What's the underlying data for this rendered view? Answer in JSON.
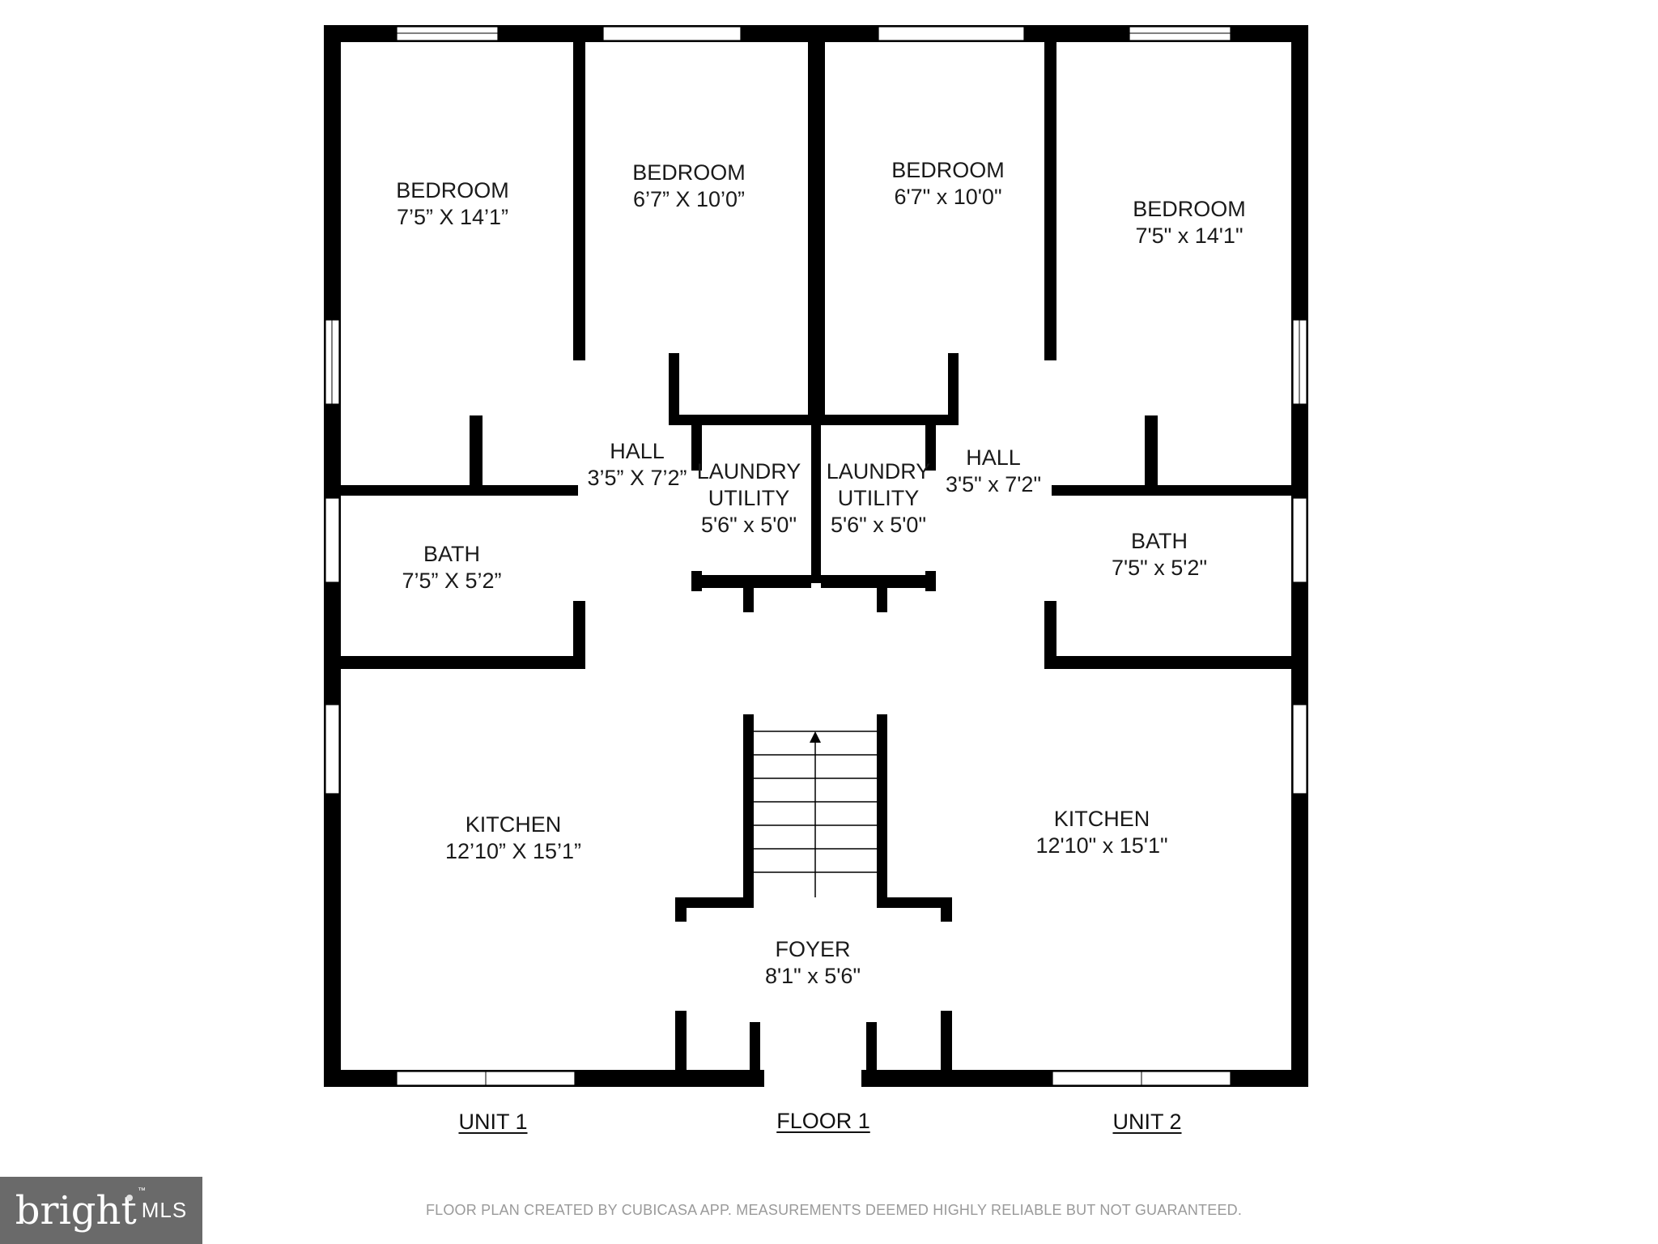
{
  "rooms": {
    "bedroom_1": {
      "name": "BEDROOM",
      "dims": "7’5” X 14’1”"
    },
    "bedroom_2": {
      "name": "BEDROOM",
      "dims": "6’7” X 10’0”"
    },
    "bedroom_3": {
      "name": "BEDROOM",
      "dims": "6'7\" x 10'0\""
    },
    "bedroom_4": {
      "name": "BEDROOM",
      "dims": "7'5\" x 14'1\""
    },
    "hall_1": {
      "name": "HALL",
      "dims": "3’5” X 7’2”"
    },
    "hall_2": {
      "name": "HALL",
      "dims": "3'5\" x 7'2\""
    },
    "laundry_1": {
      "name": "LAUNDRY",
      "name2": "UTILITY",
      "dims": "5'6\" x 5'0\""
    },
    "laundry_2": {
      "name": "LAUNDRY",
      "name2": "UTILITY",
      "dims": "5'6\" x 5'0\""
    },
    "bath_1": {
      "name": "BATH",
      "dims": "7’5” X 5’2”"
    },
    "bath_2": {
      "name": "BATH",
      "dims": "7'5\" x 5'2\""
    },
    "kitchen_1": {
      "name": "KITCHEN",
      "dims": "12’10” X 15’1”"
    },
    "kitchen_2": {
      "name": "KITCHEN",
      "dims": "12'10\" x 15'1\""
    },
    "foyer": {
      "name": "FOYER",
      "dims": "8'1\" x 5'6\""
    }
  },
  "captions": {
    "unit_1": "UNIT 1",
    "floor": "FLOOR 1",
    "unit_2": "UNIT 2"
  },
  "disclaimer": "FLOOR PLAN CREATED BY CUBICASA APP. MEASUREMENTS DEEMED HIGHLY RELIABLE BUT NOT GUARANTEED.",
  "brand": {
    "word": "bright",
    "mls": "MLS",
    "tm": "™"
  },
  "colors": {
    "wall": "#000000",
    "window": "#ffffff",
    "background": "#ffffff",
    "disclaimer": "#9a9a9a",
    "brand_bg": "#6a6a6a"
  }
}
